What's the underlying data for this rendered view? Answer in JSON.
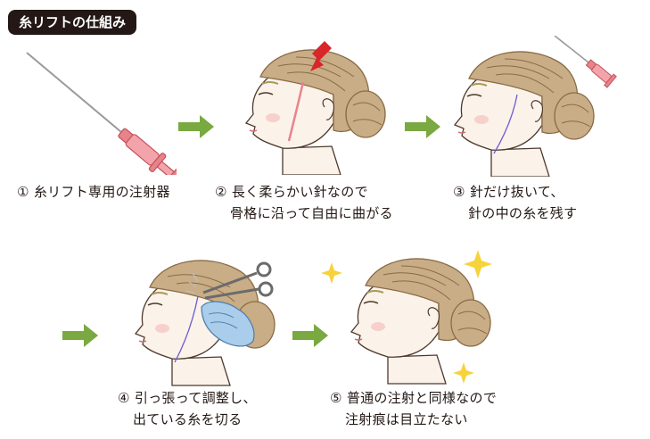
{
  "title": "糸リフトの仕組み",
  "colors": {
    "arrow_green": "#79a940",
    "hair": "#c9ad86",
    "hair_line": "#8a6b45",
    "skin": "#fbf2ea",
    "line": "#4d3a2d",
    "thread": "#6d5bd0",
    "needle_pink": "#e8838a",
    "red_arrow": "#d8262a",
    "glove": "#a9cdea",
    "sparkle": "#f6d33a"
  },
  "steps": [
    {
      "lines": [
        "① 糸リフト専用の注射器"
      ]
    },
    {
      "lines": [
        "② 長く柔らかい針なので",
        "骨格に沿って自由に曲がる"
      ]
    },
    {
      "lines": [
        "③ 針だけ抜いて、",
        "針の中の糸を残す"
      ]
    },
    {
      "lines": [
        "④ 引っ張って調整し、",
        "出ている糸を切る"
      ]
    },
    {
      "lines": [
        "⑤ 普通の注射と同様なので",
        "注射痕は目立たない"
      ]
    }
  ]
}
